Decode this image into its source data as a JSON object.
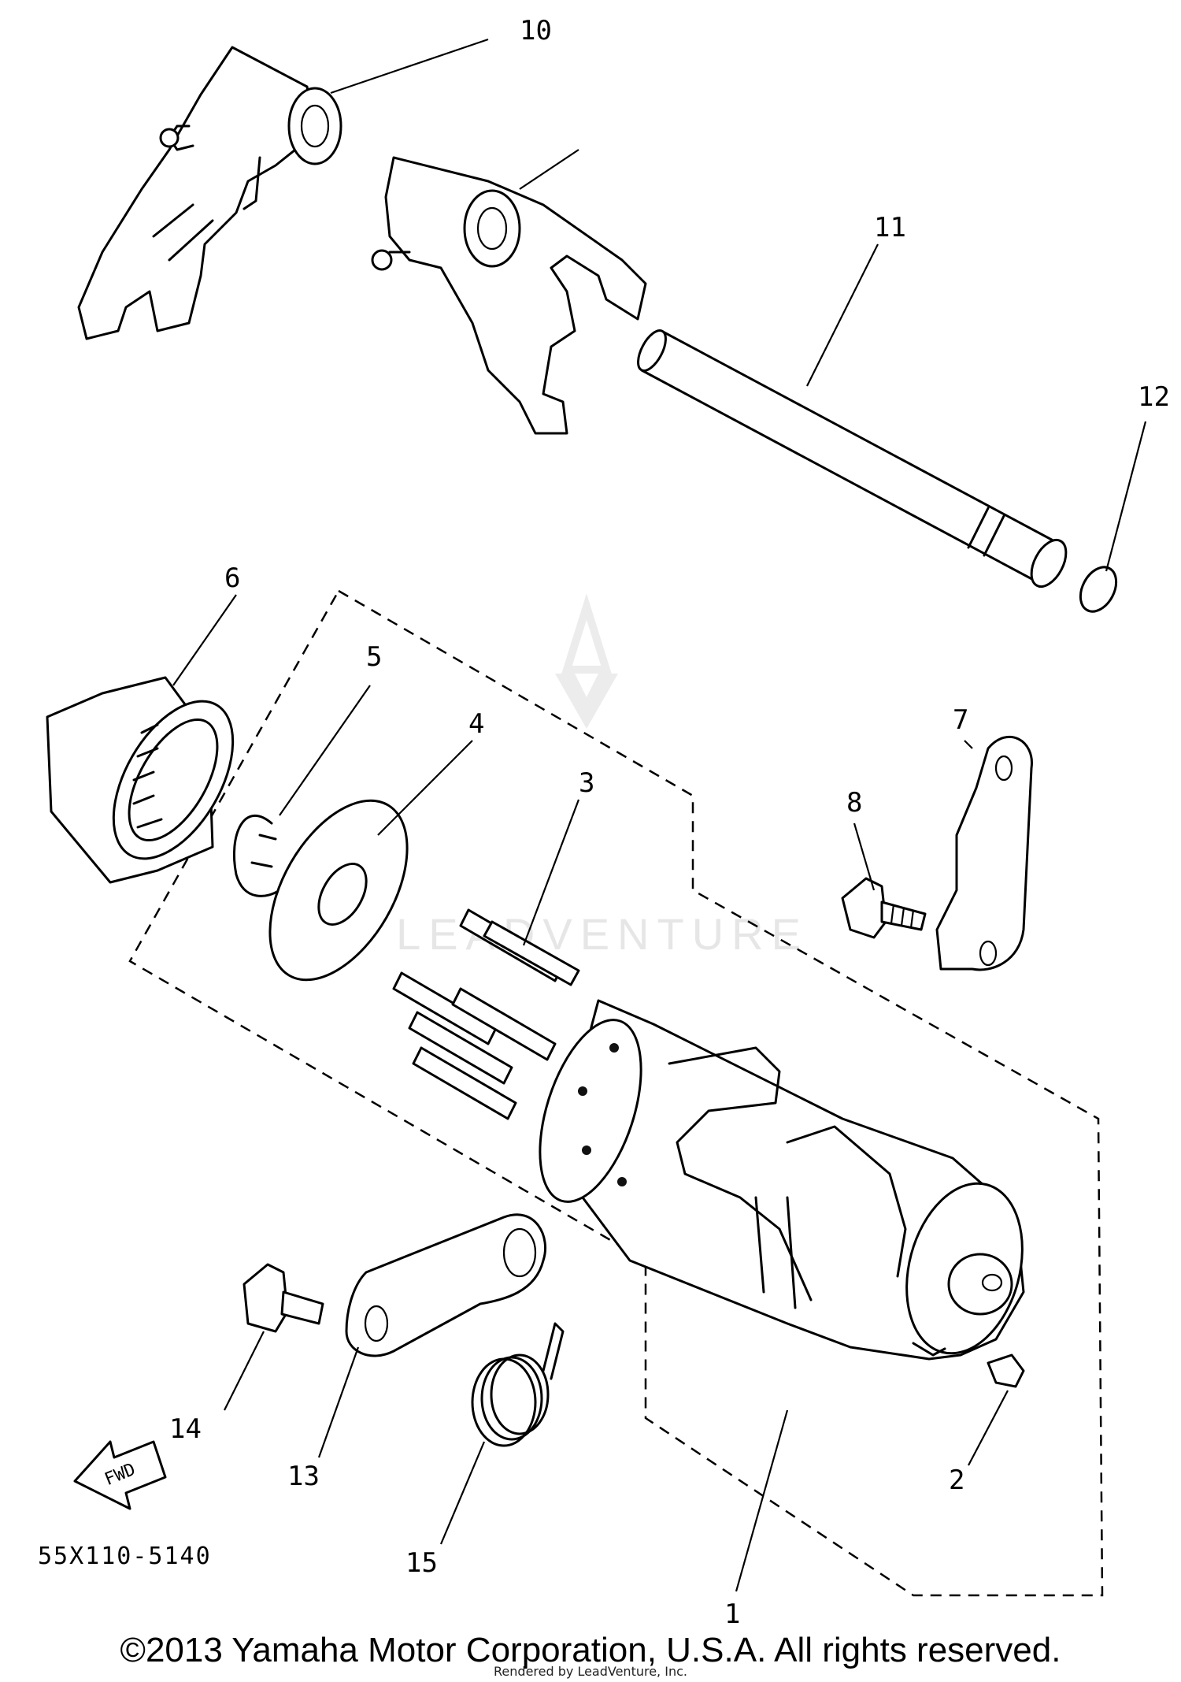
{
  "diagram": {
    "callouts": [
      "1",
      "2",
      "3",
      "4",
      "5",
      "6",
      "7",
      "8",
      "10",
      "11",
      "12",
      "13",
      "14",
      "15"
    ],
    "part_code": "55X110-5140",
    "fwd_label": "FWD",
    "watermark": "LEADVENTURE"
  },
  "footer": {
    "copyright": "©2013 Yamaha Motor Corporation, U.S.A. All rights reserved.",
    "rendered_by": "Rendered by LeadVenture, Inc."
  }
}
